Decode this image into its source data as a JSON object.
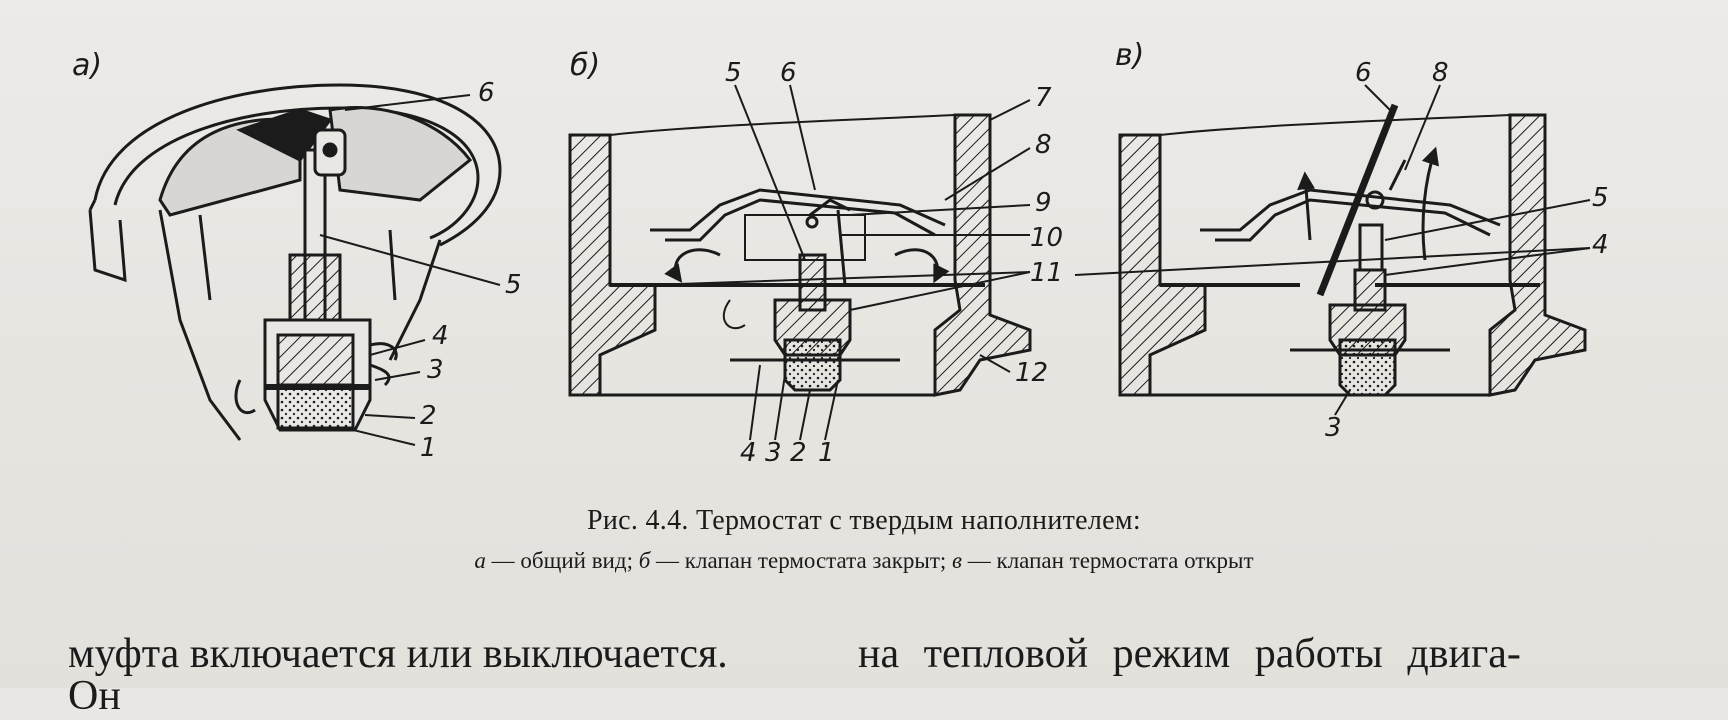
{
  "figure": {
    "panels": [
      {
        "id": "a",
        "letter": "а)",
        "labels": [
          "6",
          "5",
          "4",
          "3",
          "2",
          "1"
        ]
      },
      {
        "id": "b",
        "letter": "б)",
        "labels": [
          "5",
          "6",
          "7",
          "8",
          "9",
          "10",
          "11",
          "12",
          "4",
          "3",
          "2",
          "1"
        ]
      },
      {
        "id": "c",
        "letter": "в)",
        "labels": [
          "6",
          "8",
          "5",
          "4",
          "3"
        ]
      }
    ]
  },
  "caption": {
    "title": "Рис. 4.4. Термостат с твердым наполнителем:",
    "sub_a_key": "а",
    "sub_a_text": " — общий вид; ",
    "sub_b_key": "б",
    "sub_b_text": " — клапан термостата закрыт; ",
    "sub_c_key": "в",
    "sub_c_text": " — клапан термостата открыт"
  },
  "body": {
    "left_line": "муфта включается или выключается.",
    "right_line": "на тепловой режим работы двига-",
    "left_cut": "Он"
  },
  "colors": {
    "ink": "#1b1b1b",
    "paper": "#e9e7e3"
  }
}
